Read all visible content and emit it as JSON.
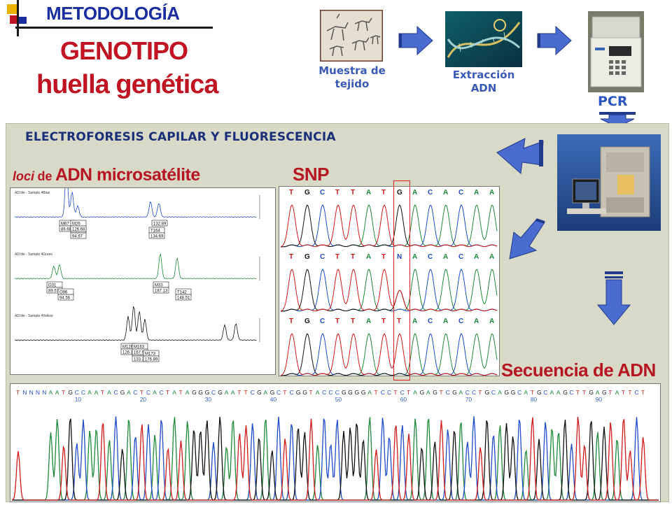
{
  "header": {
    "section": "METODOLOGÍA",
    "title_line1": "GENOTIPO",
    "title_line2": "huella genética"
  },
  "flow": {
    "step1": {
      "line1": "Muestra de",
      "line2": "tejido"
    },
    "step2": {
      "line1": "Extracción",
      "line2": "ADN"
    },
    "step3": "PCR"
  },
  "panel": {
    "heading": "ELECTROFORESIS CAPILAR Y FLUORESCENCIA",
    "loci_italic": "loci",
    "loci_de": "de",
    "loci_main": "ADN microsatélite",
    "snp": "SNP",
    "sequence_label": "Secuencia de ADN"
  },
  "microsat": {
    "traces": [
      {
        "header": "AD:tile - Sample 4Blue",
        "labels": [
          [
            "M67",
            "86.68"
          ],
          [
            "M55",
            "94.67"
          ],
          [
            "M26",
            "126.68"
          ],
          [
            "T164",
            "134.69"
          ],
          [
            "132.89",
            ""
          ]
        ]
      },
      {
        "header": "AD:tile - Sample 4Green",
        "labels": [
          [
            "O31",
            "89.57"
          ],
          [
            "O96",
            "94.56"
          ],
          [
            "M33",
            "187.13"
          ],
          [
            "T142",
            "148.51"
          ]
        ]
      },
      {
        "header": "AD:tile - Sample 4Yellow",
        "labels": [
          [
            "M126",
            "126.37"
          ],
          [
            "M128",
            "133.35"
          ],
          [
            "M163",
            "167.92"
          ],
          [
            "M173",
            "176.89"
          ]
        ]
      }
    ]
  },
  "snp_rows": [
    "T G C T T A T G A C A C A A",
    "T G C T T A T N A C A C A A",
    "T G C T T A T T A C A C A A"
  ],
  "sequence": {
    "bases": "TNNNNAATGCCAATACGACTCACTATAGGGCGAATTCGAGCTCGGTACCCGGGGATCCTCTAGAGTCGACCTGCAGGCATGCAAGCTTGAGTATTCT",
    "ticks": [
      "10",
      "20",
      "30",
      "40",
      "50",
      "60",
      "70",
      "80",
      "90"
    ]
  },
  "colors": {
    "title_blue": "#1a2ea0",
    "accent_red": "#c01423",
    "flow_blue": "#3a5ab8",
    "arrow_blue": "#4a6cd0",
    "panel_bg": "#d9d9c8",
    "base_A": "#1f8a3a",
    "base_C": "#1f4cc8",
    "base_G": "#111111",
    "base_T": "#d11a1a"
  }
}
